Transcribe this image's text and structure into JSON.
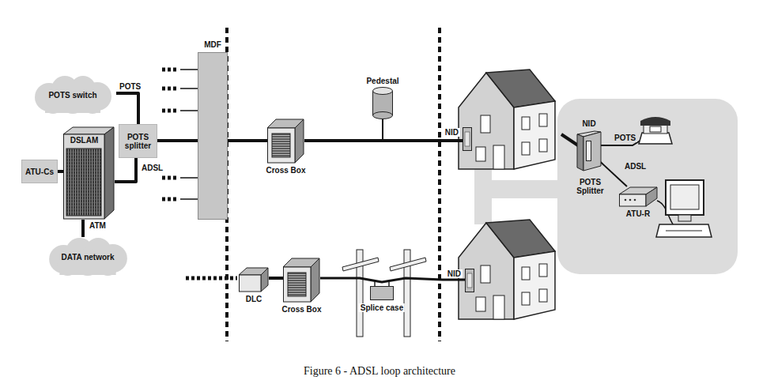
{
  "diagram": {
    "caption": "Figure 6 - ADSL loop architecture",
    "nodes": [
      {
        "text": [
          "POTS switch"
        ]
      },
      {
        "text": [
          "DATA network"
        ]
      },
      {
        "text": [
          "DSLAM"
        ]
      },
      {
        "text": [
          "ATU-Cs"
        ]
      },
      {
        "text": [
          "POTS splitter"
        ]
      },
      {
        "text": [
          "MDF"
        ]
      },
      {
        "text": [
          "Cross Box"
        ]
      },
      {
        "text": [
          "Pedestal"
        ]
      },
      {
        "text": [
          "NID"
        ]
      },
      {
        "text": [
          "DLC"
        ]
      },
      {
        "text": [
          "Cross Box"
        ]
      },
      {
        "text": [
          "Splice case"
        ]
      },
      {
        "text": [
          "NID"
        ]
      },
      {
        "text": [
          "NID"
        ]
      },
      {
        "text": [
          "POTS Splitter"
        ],
        "in": 13
      },
      {
        "text": [
          "ATU-R"
        ]
      }
    ],
    "edges": [
      {
        "from": 0,
        "to": 4,
        "arrow": "none",
        "label": "POTS"
      },
      {
        "from": 3,
        "to": 2,
        "arrow": "none"
      },
      {
        "from": 2,
        "to": 4,
        "arrow": "none",
        "label": "ADSL"
      },
      {
        "from": 2,
        "to": 1,
        "arrow": "none",
        "label": "ATM"
      },
      {
        "from": 4,
        "to": 5,
        "arrow": "none"
      },
      {
        "from": 5,
        "to": 6,
        "arrow": "none"
      },
      {
        "from": 6,
        "to": 8,
        "arrow": "none"
      },
      {
        "from": 9,
        "to": 10,
        "arrow": "none"
      },
      {
        "from": 10,
        "to": 12,
        "arrow": "none"
      },
      {
        "from": 14,
        "to": 15,
        "arrow": "none",
        "label": "ADSL"
      }
    ],
    "labels": [
      "POTS"
    ]
  }
}
